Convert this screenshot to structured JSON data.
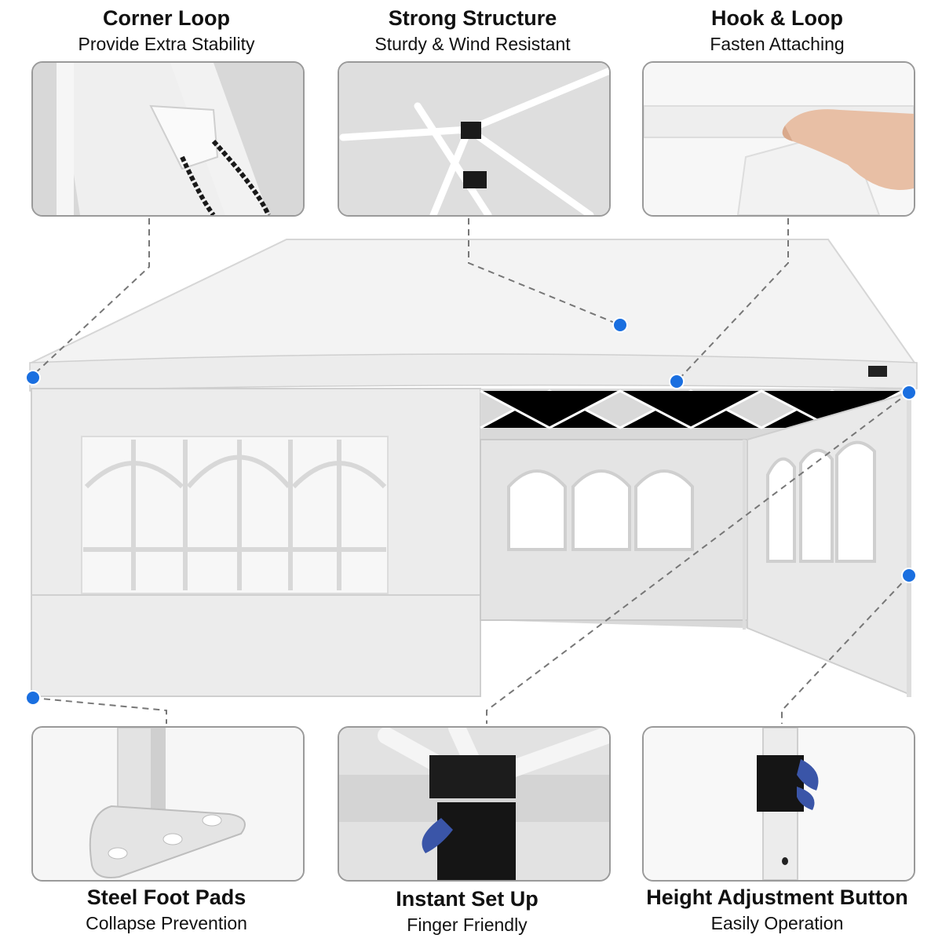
{
  "features": [
    {
      "title": "Corner Loop",
      "subtitle": "Provide Extra Stability"
    },
    {
      "title": "Strong Structure",
      "subtitle": "Sturdy & Wind Resistant"
    },
    {
      "title": "Hook & Loop",
      "subtitle": "Fasten Attaching"
    },
    {
      "title": "Steel Foot Pads",
      "subtitle": "Collapse Prevention"
    },
    {
      "title": "Instant Set Up",
      "subtitle": "Finger Friendly"
    },
    {
      "title": "Height Adjustment Button",
      "subtitle": "Easily Operation"
    }
  ],
  "colors": {
    "callout_dot": "#1a6fe0",
    "frame_border": "#9a9a9a",
    "canopy": "#f4f4f4",
    "knob": "#3a55a8"
  }
}
